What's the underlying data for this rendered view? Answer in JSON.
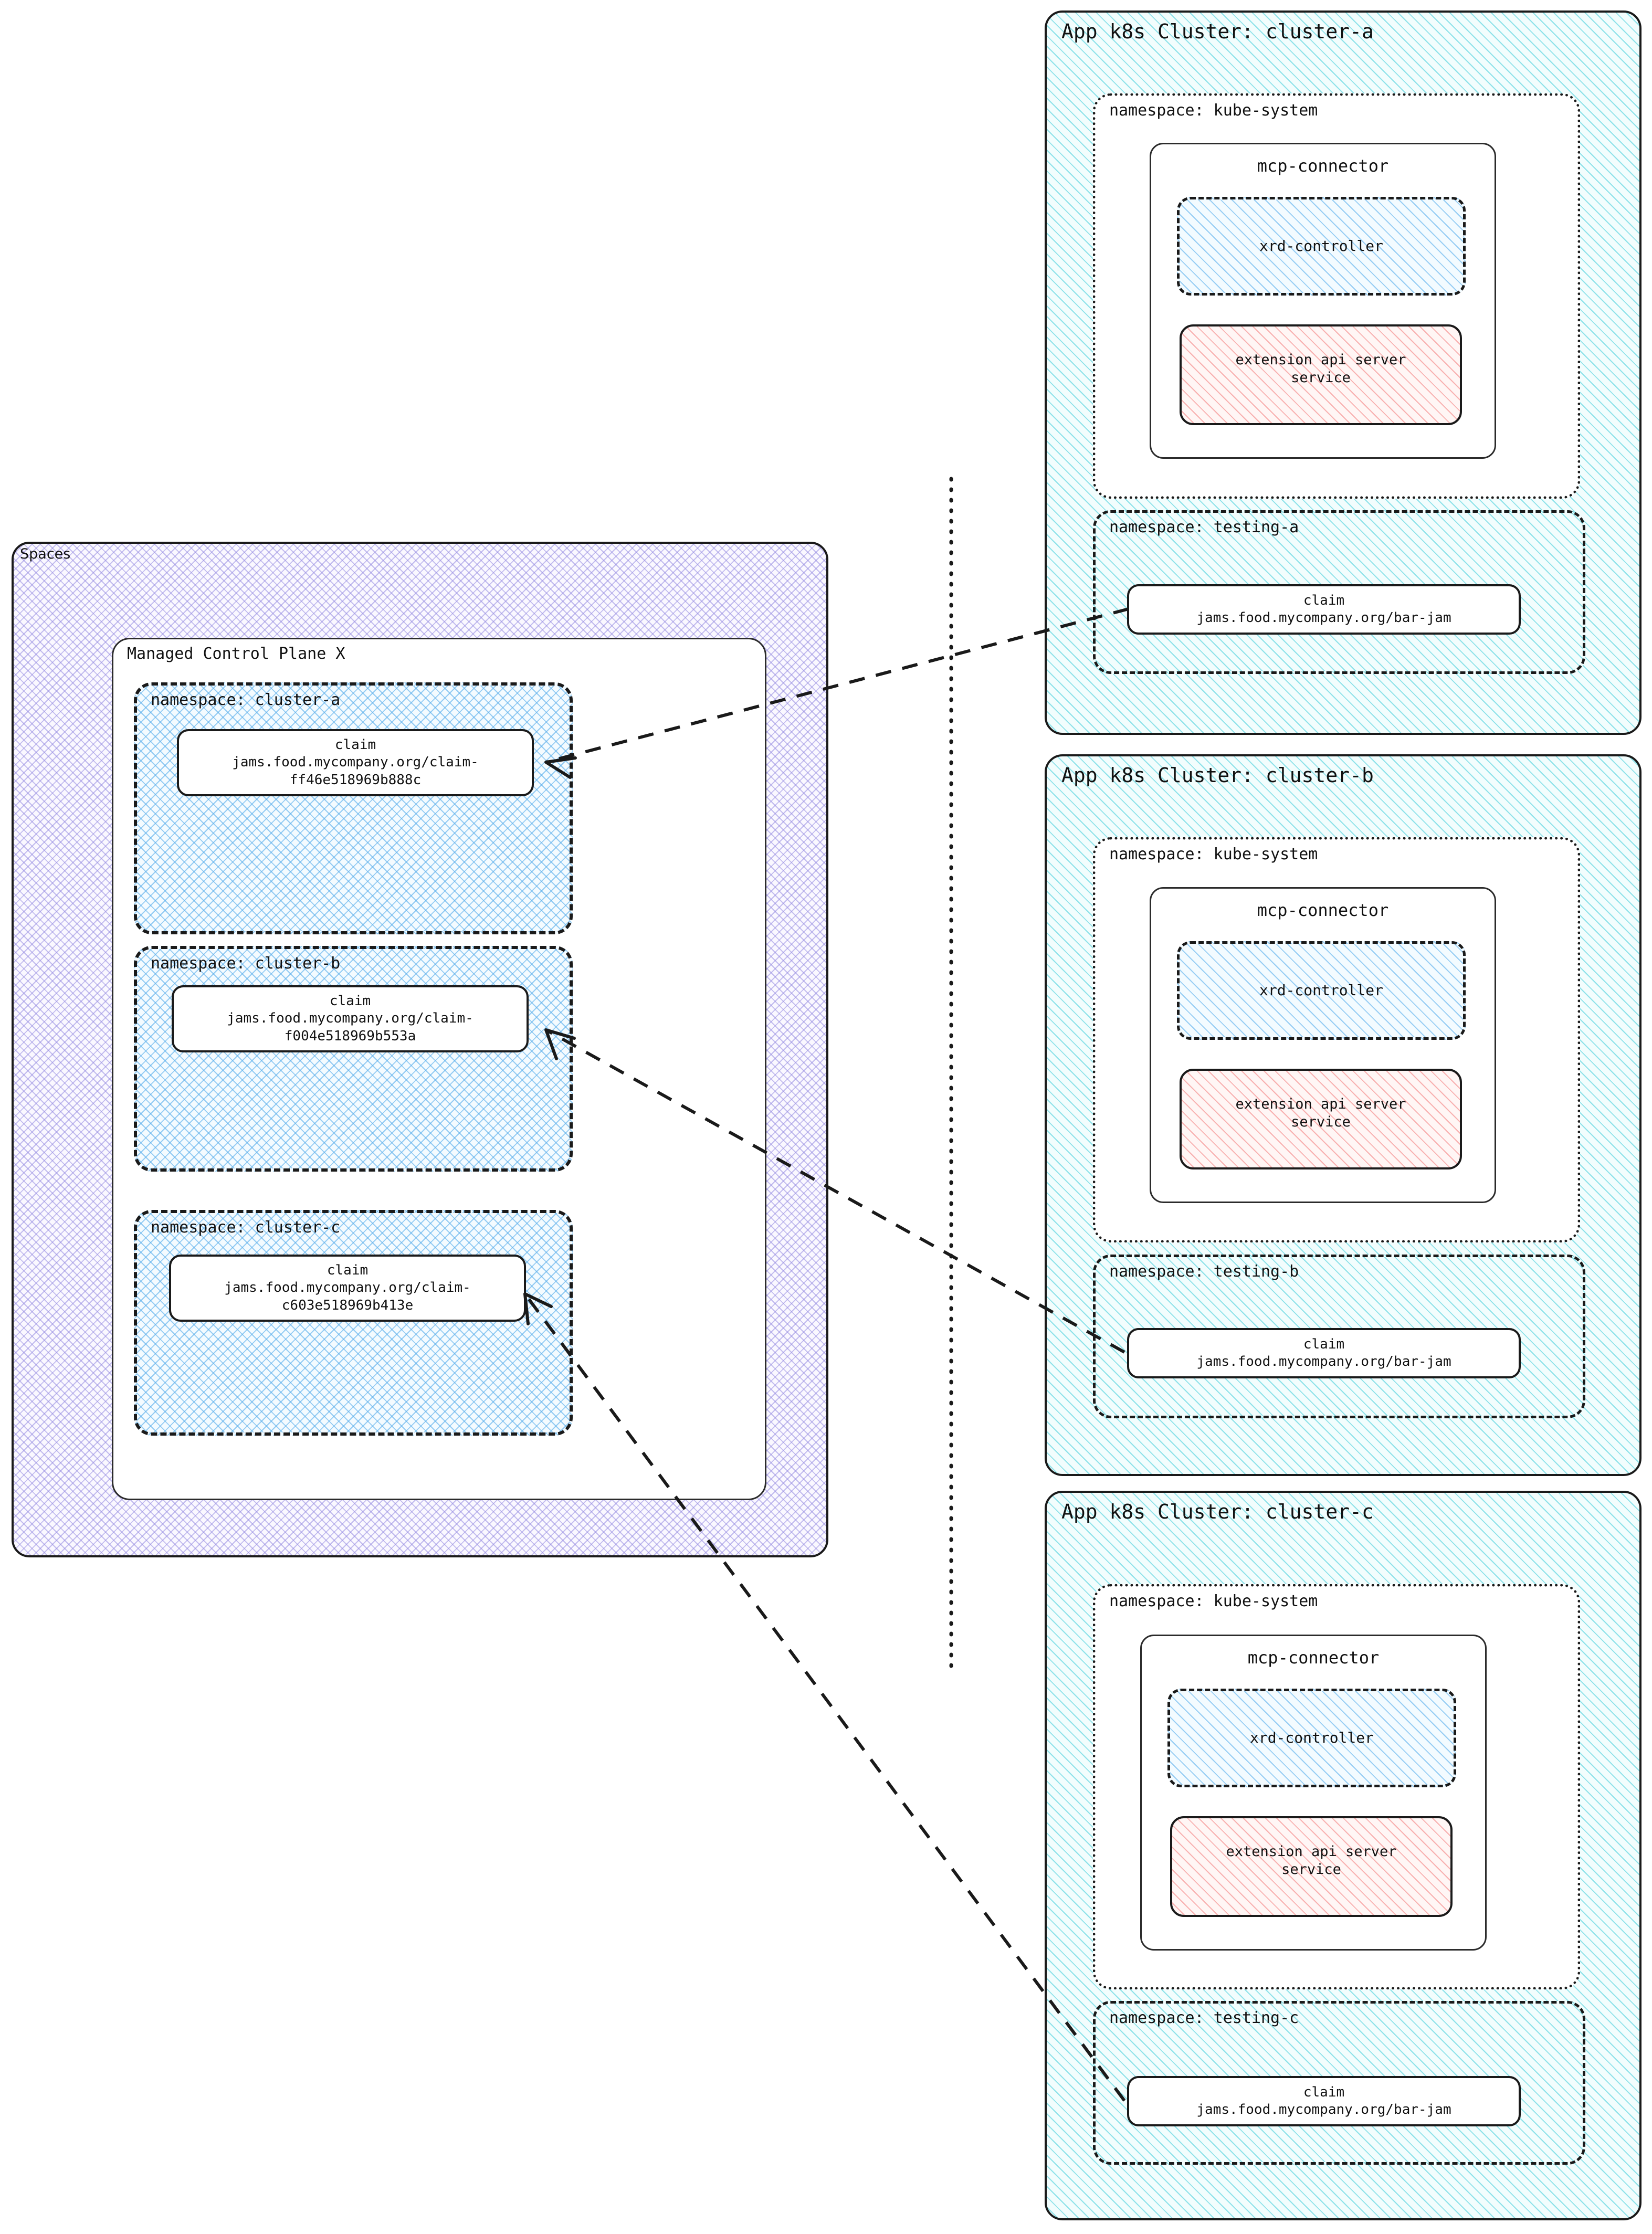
{
  "spaces": {
    "label": "Spaces",
    "control_plane": {
      "label": "Managed Control Plane X",
      "namespaces": [
        {
          "label": "namespace: cluster-a",
          "claim": {
            "kind": "claim",
            "ref_line1": "jams.food.mycompany.org/claim-",
            "ref_line2": "ff46e518969b888c"
          }
        },
        {
          "label": "namespace: cluster-b",
          "claim": {
            "kind": "claim",
            "ref_line1": "jams.food.mycompany.org/claim-",
            "ref_line2": "f004e518969b553a"
          }
        },
        {
          "label": "namespace: cluster-c",
          "claim": {
            "kind": "claim",
            "ref_line1": "jams.food.mycompany.org/claim-",
            "ref_line2": "c603e518969b413e"
          }
        }
      ]
    }
  },
  "clusters": [
    {
      "title": "App k8s Cluster: cluster-a",
      "kube_system": {
        "label": "namespace: kube-system",
        "connector": {
          "title": "mcp-connector",
          "controller": "xrd-controller",
          "api_server_line1": "extension api server",
          "api_server_line2": "service"
        }
      },
      "testing": {
        "label": "namespace: testing-a",
        "claim": {
          "kind": "claim",
          "ref_line1": "jams.food.mycompany.org/bar-jam",
          "ref_line2": ""
        }
      }
    },
    {
      "title": "App k8s Cluster: cluster-b",
      "kube_system": {
        "label": "namespace: kube-system",
        "connector": {
          "title": "mcp-connector",
          "controller": "xrd-controller",
          "api_server_line1": "extension api server",
          "api_server_line2": "service"
        }
      },
      "testing": {
        "label": "namespace: testing-b",
        "claim": {
          "kind": "claim",
          "ref_line1": "jams.food.mycompany.org/bar-jam",
          "ref_line2": ""
        }
      }
    },
    {
      "title": "App k8s Cluster: cluster-c",
      "kube_system": {
        "label": "namespace: kube-system",
        "connector": {
          "title": "mcp-connector",
          "controller": "xrd-controller",
          "api_server_line1": "extension api server",
          "api_server_line2": "service"
        }
      },
      "testing": {
        "label": "namespace: testing-c",
        "claim": {
          "kind": "claim",
          "ref_line1": "jams.food.mycompany.org/bar-jam",
          "ref_line2": ""
        }
      }
    }
  ],
  "colors": {
    "stroke": "#1a1a1a",
    "spaces_hatch": "#968ce1",
    "namespace_hatch": "#5aafeb",
    "cluster_hatch": "#64d7e1",
    "controller_hatch": "#78bef0",
    "api_server_hatch": "#f59696",
    "background": "#ffffff"
  }
}
